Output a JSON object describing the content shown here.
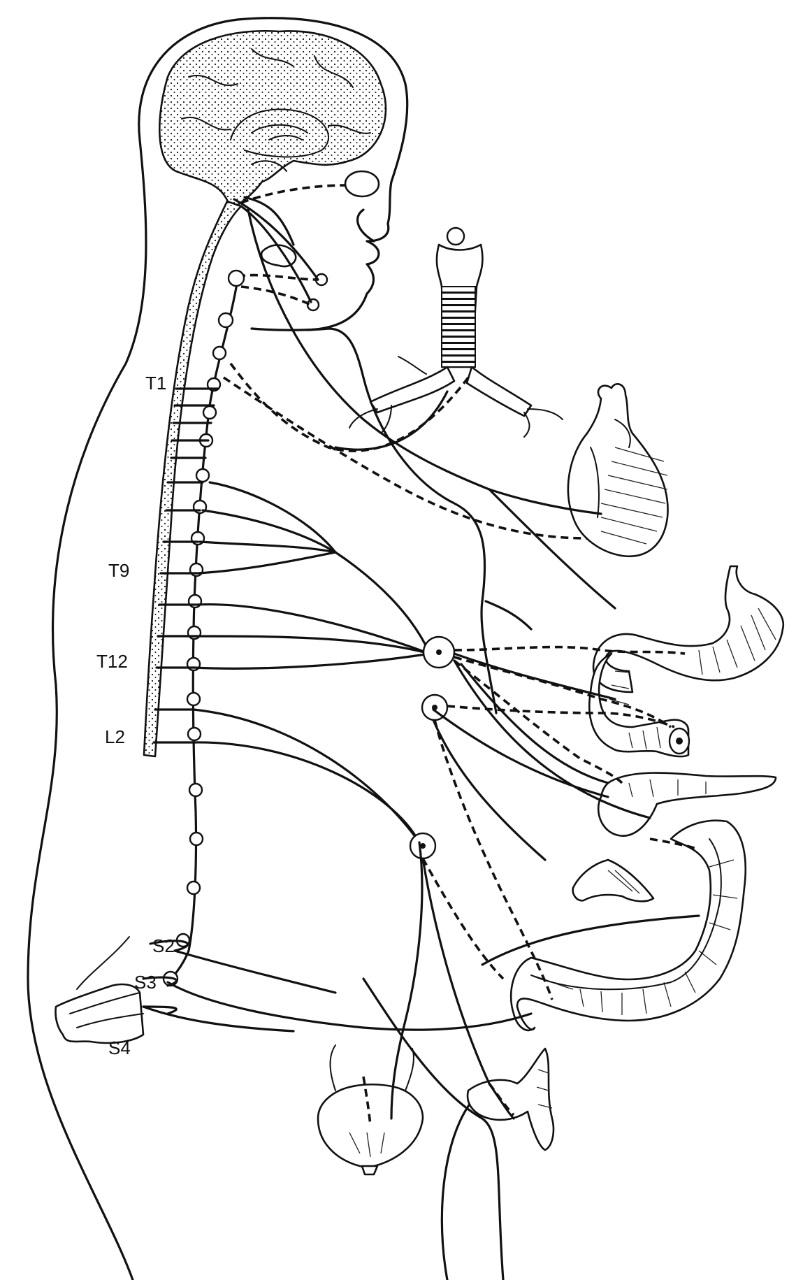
{
  "labels": {
    "t1": "T1",
    "t9": "T9",
    "t12": "T12",
    "l2": "L2",
    "s2": "S2",
    "s3": "S3",
    "s4": "S4"
  }
}
